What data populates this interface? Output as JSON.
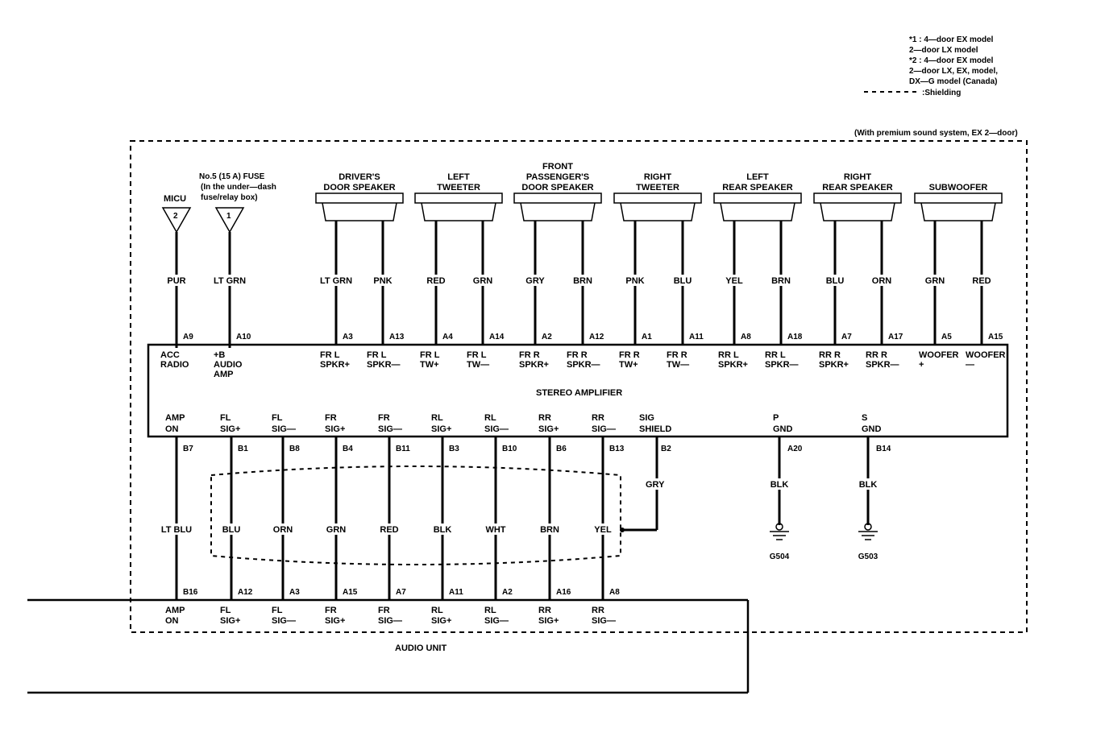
{
  "notes": [
    "*1 :  4—door  EX model",
    "         2—door  LX model",
    "*2 :  4—door  EX model",
    "         2—door  LX, EX, model,",
    "                      DX—G model (Canada)"
  ],
  "shielding_label": ":Shielding",
  "premium_label": "(With premium sound system, EX 2—door)",
  "micu": {
    "label": "MICU",
    "num": "2"
  },
  "fuse": {
    "lines": [
      "No.5 (15 A) FUSE",
      "(In the under—dash",
      "fuse/relay box)"
    ],
    "num": "1"
  },
  "speakers": [
    {
      "lines": [
        "DRIVER'S",
        "DOOR SPEAKER"
      ]
    },
    {
      "lines": [
        "LEFT",
        "TWEETER"
      ]
    },
    {
      "lines": [
        "FRONT",
        "PASSENGER'S",
        "DOOR SPEAKER"
      ]
    },
    {
      "lines": [
        "RIGHT",
        "TWEETER"
      ]
    },
    {
      "lines": [
        "LEFT",
        "REAR SPEAKER"
      ]
    },
    {
      "lines": [
        "RIGHT",
        "REAR SPEAKER"
      ]
    },
    {
      "lines": [
        "SUBWOOFER"
      ]
    }
  ],
  "amp_top_wires": [
    {
      "color": "PUR",
      "pin": "A9",
      "term": [
        "ACC",
        "RADIO"
      ]
    },
    {
      "color": "LT GRN",
      "pin": "A10",
      "term": [
        "+B",
        "AUDIO",
        "AMP"
      ]
    },
    {
      "color": "LT GRN",
      "pin": "A3",
      "term": [
        "FR L",
        "SPKR+"
      ]
    },
    {
      "color": "PNK",
      "pin": "A13",
      "term": [
        "FR L",
        "SPKR—"
      ]
    },
    {
      "color": "RED",
      "pin": "A4",
      "term": [
        "FR L",
        "TW+"
      ]
    },
    {
      "color": "GRN",
      "pin": "A14",
      "term": [
        "FR L",
        "TW—"
      ]
    },
    {
      "color": "GRY",
      "pin": "A2",
      "term": [
        "FR R",
        "SPKR+"
      ]
    },
    {
      "color": "BRN",
      "pin": "A12",
      "term": [
        "FR R",
        "SPKR—"
      ]
    },
    {
      "color": "PNK",
      "pin": "A1",
      "term": [
        "FR R",
        "TW+"
      ]
    },
    {
      "color": "BLU",
      "pin": "A11",
      "term": [
        "FR R",
        "TW—"
      ]
    },
    {
      "color": "YEL",
      "pin": "A8",
      "term": [
        "RR L",
        "SPKR+"
      ]
    },
    {
      "color": "BRN",
      "pin": "A18",
      "term": [
        "RR L",
        "SPKR—"
      ]
    },
    {
      "color": "BLU",
      "pin": "A7",
      "term": [
        "RR R",
        "SPKR+"
      ]
    },
    {
      "color": "ORN",
      "pin": "A17",
      "term": [
        "RR R",
        "SPKR—"
      ]
    },
    {
      "color": "GRN",
      "pin": "A5",
      "term": [
        "WOOFER",
        "+"
      ]
    },
    {
      "color": "RED",
      "pin": "A15",
      "term": [
        "WOOFER",
        "—"
      ]
    }
  ],
  "amp_label": "STEREO AMPLIFIER",
  "amp_bottom_wires": [
    {
      "term": [
        "AMP",
        "ON"
      ],
      "pin": "B7",
      "color": "LT BLU",
      "au_pin": "B16",
      "au_term": [
        "AMP",
        "ON"
      ]
    },
    {
      "term": [
        "FL",
        "SIG+"
      ],
      "pin": "B1",
      "color": "BLU",
      "au_pin": "A12",
      "au_term": [
        "FL",
        "SIG+"
      ]
    },
    {
      "term": [
        "FL",
        "SIG—"
      ],
      "pin": "B8",
      "color": "ORN",
      "au_pin": "A3",
      "au_term": [
        "FL",
        "SIG—"
      ]
    },
    {
      "term": [
        "FR",
        "SIG+"
      ],
      "pin": "B4",
      "color": "GRN",
      "au_pin": "A15",
      "au_term": [
        "FR",
        "SIG+"
      ]
    },
    {
      "term": [
        "FR",
        "SIG—"
      ],
      "pin": "B11",
      "color": "RED",
      "au_pin": "A7",
      "au_term": [
        "FR",
        "SIG—"
      ]
    },
    {
      "term": [
        "RL",
        "SIG+"
      ],
      "pin": "B3",
      "color": "BLK",
      "au_pin": "A11",
      "au_term": [
        "RL",
        "SIG+"
      ]
    },
    {
      "term": [
        "RL",
        "SIG—"
      ],
      "pin": "B10",
      "color": "WHT",
      "au_pin": "A2",
      "au_term": [
        "RL",
        "SIG—"
      ]
    },
    {
      "term": [
        "RR",
        "SIG+"
      ],
      "pin": "B6",
      "color": "BRN",
      "au_pin": "A16",
      "au_term": [
        "RR",
        "SIG+"
      ]
    },
    {
      "term": [
        "RR",
        "SIG—"
      ],
      "pin": "B13",
      "color": "YEL",
      "au_pin": "A8",
      "au_term": [
        "RR",
        "SIG—"
      ]
    }
  ],
  "sig_shield": {
    "term": [
      "SIG",
      "SHIELD"
    ],
    "pin": "B2",
    "color": "GRY"
  },
  "grounds": [
    {
      "term": [
        "P",
        "GND"
      ],
      "pin": "A20",
      "color": "BLK",
      "ground": "G504"
    },
    {
      "term": [
        "S",
        "GND"
      ],
      "pin": "B14",
      "color": "BLK",
      "ground": "G503"
    }
  ],
  "audio_unit_label": "AUDIO UNIT"
}
